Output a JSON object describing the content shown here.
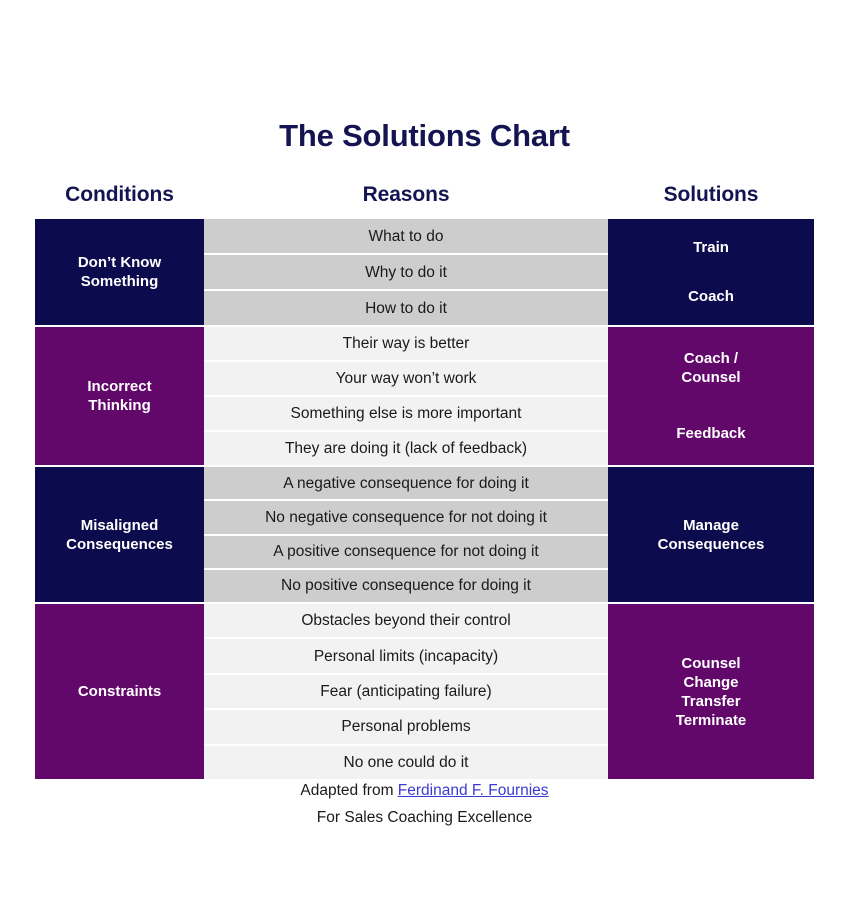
{
  "title": "The Solutions Chart",
  "colors": {
    "navy": "#0b0b4e",
    "purple": "#62086b",
    "reasons_dark": "#cdcdcd",
    "reasons_light": "#f2f2f2",
    "link": "#3b3bd4",
    "heading": "#141452"
  },
  "headers": {
    "conditions": "Conditions",
    "reasons": "Reasons",
    "solutions": "Solutions"
  },
  "rows": [
    {
      "condition": "Don’t Know\nSomething",
      "condition_line1": "Don’t Know",
      "condition_line2": "Something",
      "reasons": [
        "What to do",
        "Why to do it",
        "How to do it"
      ],
      "solutions": [
        "Train",
        "Coach"
      ],
      "theme": "navy",
      "reasons_shade": "dark"
    },
    {
      "condition": "Incorrect\nThinking",
      "condition_line1": "Incorrect",
      "condition_line2": "Thinking",
      "reasons": [
        "Their way is better",
        "Your way won’t work",
        "Something else is more important",
        "They are doing it (lack of feedback)"
      ],
      "solutions": [
        "Coach /\nCounsel",
        "Feedback"
      ],
      "solutions_line_a1": "Coach /",
      "solutions_line_a2": "Counsel",
      "solutions_line_b1": "Feedback",
      "theme": "purple",
      "reasons_shade": "light"
    },
    {
      "condition": "Misaligned\nConsequences",
      "condition_line1": "Misaligned",
      "condition_line2": "Consequences",
      "reasons": [
        "A negative consequence for doing it",
        "No negative consequence for not doing it",
        "A positive consequence for not doing it",
        "No positive consequence for doing it"
      ],
      "solutions": [
        "Manage\nConsequences"
      ],
      "solutions_line_a1": "Manage",
      "solutions_line_a2": "Consequences",
      "theme": "navy",
      "reasons_shade": "dark"
    },
    {
      "condition": "Constraints",
      "condition_line1": "Constraints",
      "condition_line2": "",
      "reasons": [
        "Obstacles beyond their control",
        "Personal limits (incapacity)",
        "Fear (anticipating failure)",
        "Personal problems",
        "No one could do it"
      ],
      "solutions": [
        "Counsel",
        "Change",
        "Transfer",
        "Terminate"
      ],
      "theme": "purple",
      "reasons_shade": "light"
    }
  ],
  "footer": {
    "line1_prefix": "Adapted from ",
    "line1_link": "Ferdinand F. Fournies",
    "line2": "For Sales Coaching Excellence"
  }
}
